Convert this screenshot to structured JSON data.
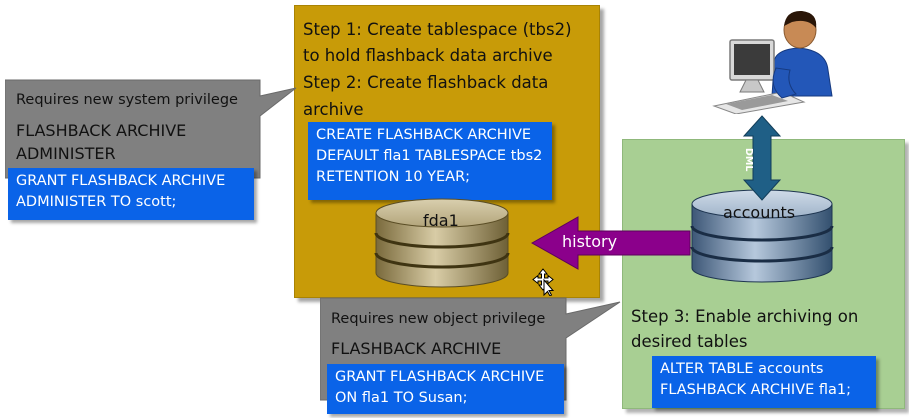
{
  "step1": {
    "line1": "Step 1: Create tablespace (tbs2)",
    "line2": "to hold flashback data archive",
    "line3": "Step 2: Create flashback data",
    "line4": "archive"
  },
  "create_archive_code": {
    "line1": "CREATE FLASHBACK ARCHIVE",
    "line2": "DEFAULT fla1 TABLESPACE tbs2",
    "line3": "RETENTION 10 YEAR;"
  },
  "fda_db_label": "fda1",
  "history_label": "history",
  "accounts_db_label": "accounts",
  "dml_label": "DML",
  "step3": {
    "line1": "Step 3: Enable archiving on",
    "line2": "desired tables"
  },
  "alter_code": {
    "line1": "ALTER TABLE accounts",
    "line2": "FLASHBACK ARCHIVE fla1;"
  },
  "system_privilege_callout": {
    "heading": "Requires new system privilege",
    "priv_line1": "FLASHBACK ARCHIVE",
    "priv_line2": "ADMINISTER",
    "code_line1": "GRANT FLASHBACK ARCHIVE",
    "code_line2": "ADMINISTER TO scott;"
  },
  "object_privilege_callout": {
    "heading": "Requires new object privilege",
    "priv_line1": "FLASHBACK ARCHIVE",
    "code_line1": "GRANT FLASHBACK ARCHIVE",
    "code_line2": "ON fla1 TO Susan;"
  },
  "colors": {
    "step1_box": "#c89b08",
    "step3_box": "#a8cf93",
    "code_box": "#0a63e8",
    "callout": "#808080",
    "history_arrow": "#8b008b",
    "dml_arrow": "#1f5f86"
  },
  "icons": [
    "user-at-computer-icon",
    "database-cylinder-icon",
    "move-cursor-icon"
  ]
}
